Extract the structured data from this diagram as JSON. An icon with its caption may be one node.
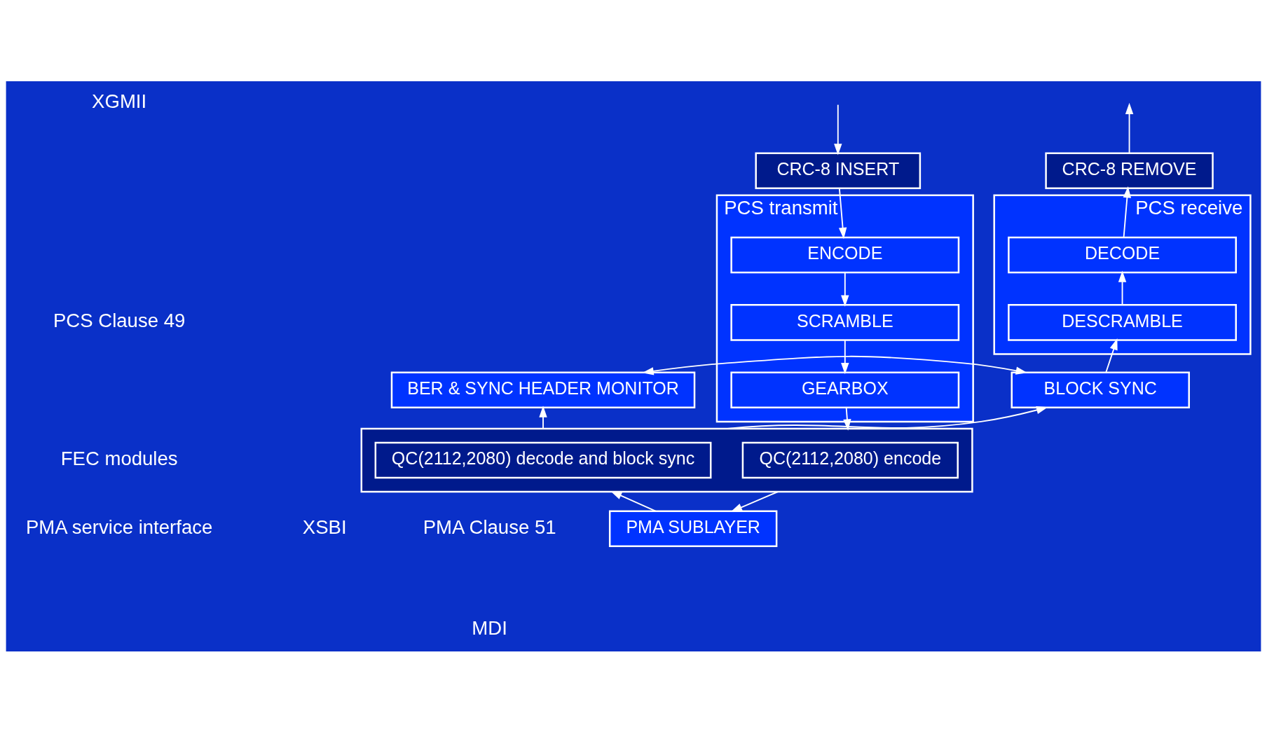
{
  "diagram": {
    "nodes": [
      {
        "text": [
          "CRC-8 INSERT"
        ]
      },
      {
        "text": [
          "CRC-8 REMOVE"
        ]
      },
      {
        "text": [
          "PCS transmit"
        ]
      },
      {
        "text": [
          "ENCODE"
        ],
        "in": 2
      },
      {
        "text": [
          "SCRAMBLE"
        ],
        "in": 2
      },
      {
        "text": [
          "GEARBOX"
        ],
        "in": 2
      },
      {
        "text": [
          "PCS receive"
        ]
      },
      {
        "text": [
          "DECODE"
        ],
        "in": 6
      },
      {
        "text": [
          "DESCRAMBLE"
        ],
        "in": 6
      },
      {
        "text": [
          "BER & SYNC HEADER MONITOR"
        ]
      },
      {
        "text": [
          "BLOCK SYNC"
        ]
      },
      {
        "text": [],
        "shape": "box"
      },
      {
        "text": [
          "QC(2112,2080) encode"
        ],
        "in": 11
      },
      {
        "text": [
          "QC(2112,2080) decode and block sync"
        ],
        "in": 11
      },
      {
        "text": [
          "PMA SUBLAYER"
        ]
      }
    ],
    "edges": [
      {
        "from": null,
        "to": 0,
        "arrow": "to"
      },
      {
        "from": 0,
        "to": 3,
        "arrow": "to"
      },
      {
        "from": 3,
        "to": 4,
        "arrow": "to"
      },
      {
        "from": 4,
        "to": 5,
        "arrow": "to"
      },
      {
        "from": 5,
        "to": 11,
        "arrow": "to"
      },
      {
        "from": 11,
        "to": 14,
        "arrow": "to"
      },
      {
        "from": 14,
        "to": 11,
        "arrow": "to"
      },
      {
        "from": 11,
        "to": 9,
        "arrow": "to"
      },
      {
        "from": 11,
        "to": 10,
        "arrow": "to"
      },
      {
        "from": 9,
        "to": 10,
        "arrow": "both"
      },
      {
        "from": 10,
        "to": 8,
        "arrow": "to"
      },
      {
        "from": 8,
        "to": 7,
        "arrow": "to"
      },
      {
        "from": 7,
        "to": 1,
        "arrow": "to"
      },
      {
        "from": 1,
        "to": null,
        "arrow": "to"
      }
    ],
    "labels": [
      "XGMII",
      "PCS Clause 49",
      "FEC modules",
      "PMA service interface",
      "XSBI",
      "PMA Clause 51",
      "MDI"
    ]
  }
}
